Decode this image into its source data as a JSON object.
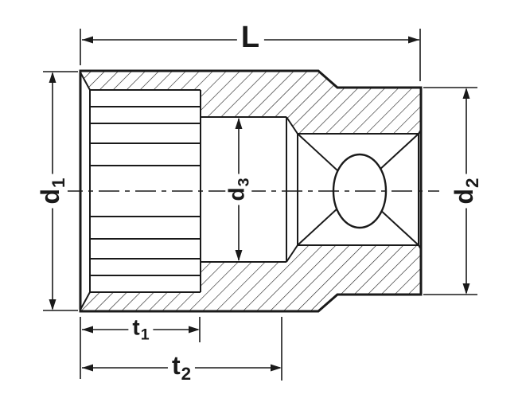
{
  "drawing": {
    "colors": {
      "line": "#1a1a1a",
      "background": "#ffffff"
    },
    "labels": {
      "L": {
        "base": "L",
        "sub": ""
      },
      "d1": {
        "base": "d",
        "sub": "1"
      },
      "d2": {
        "base": "d",
        "sub": "2"
      },
      "d3": {
        "base": "d",
        "sub": "3"
      },
      "t1": {
        "base": "t",
        "sub": "1"
      },
      "t2": {
        "base": "t",
        "sub": "2"
      }
    }
  }
}
